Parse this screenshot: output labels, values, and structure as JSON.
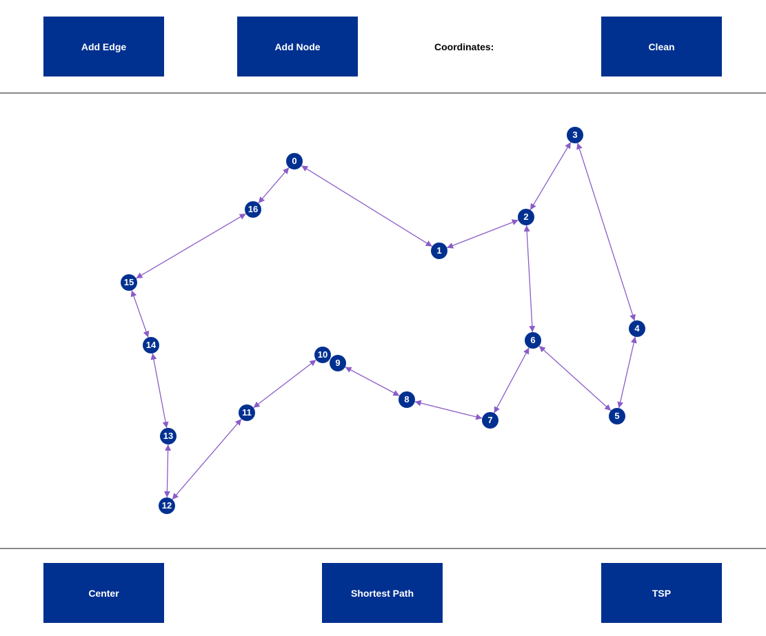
{
  "toolbar_top": {
    "add_edge_label": "Add Edge",
    "add_node_label": "Add Node",
    "coordinates_label": "Coordinates:",
    "clean_label": "Clean"
  },
  "toolbar_bottom": {
    "center_label": "Center",
    "shortest_path_label": "Shortest Path",
    "tsp_label": "TSP"
  },
  "colors": {
    "button_bg": "#003090",
    "node_fill": "#003090",
    "edge_color": "#8a5cc8",
    "divider": "#888888"
  },
  "graph": {
    "nodes": [
      {
        "id": "0"
      },
      {
        "id": "1"
      },
      {
        "id": "2"
      },
      {
        "id": "3"
      },
      {
        "id": "4"
      },
      {
        "id": "5"
      },
      {
        "id": "6"
      },
      {
        "id": "7"
      },
      {
        "id": "8"
      },
      {
        "id": "9"
      },
      {
        "id": "10"
      },
      {
        "id": "11"
      },
      {
        "id": "12"
      },
      {
        "id": "13"
      },
      {
        "id": "14"
      },
      {
        "id": "15"
      },
      {
        "id": "16"
      }
    ],
    "edges": [
      [
        "0",
        "1"
      ],
      [
        "1",
        "2"
      ],
      [
        "2",
        "3"
      ],
      [
        "3",
        "4"
      ],
      [
        "4",
        "5"
      ],
      [
        "5",
        "6"
      ],
      [
        "2",
        "6"
      ],
      [
        "6",
        "7"
      ],
      [
        "7",
        "8"
      ],
      [
        "8",
        "9"
      ],
      [
        "10",
        "11"
      ],
      [
        "11",
        "12"
      ],
      [
        "12",
        "13"
      ],
      [
        "13",
        "14"
      ],
      [
        "14",
        "15"
      ],
      [
        "15",
        "16"
      ],
      [
        "16",
        "0"
      ]
    ],
    "directed": false,
    "bidirectional_arrows": true
  }
}
